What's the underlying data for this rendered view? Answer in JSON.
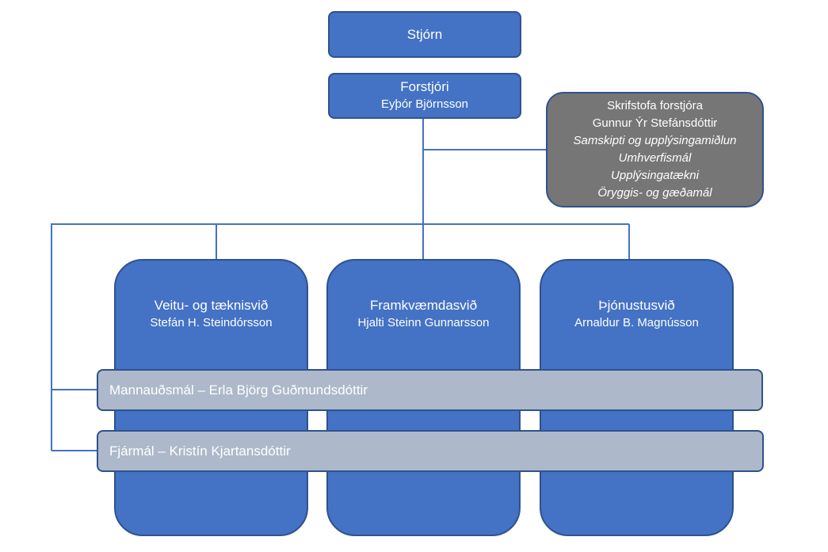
{
  "board": {
    "title": "Stjórn"
  },
  "ceo": {
    "title": "Forstjóri",
    "name": "Eyþór Björnsson"
  },
  "office": {
    "title": "Skrifstofa forstjóra",
    "name": "Gunnur Ýr Stefánsdóttir",
    "areas": [
      "Samskipti og upplýsingamiðlun",
      "Umhverfismál",
      "Upplýsingatækni",
      "Öryggis- og gæðamál"
    ]
  },
  "divisions": [
    {
      "title": "Veitu- og tæknisvið",
      "name": "Stefán H. Steindórsson"
    },
    {
      "title": "Framkvæmdasvið",
      "name": "Hjalti Steinn Gunnarsson"
    },
    {
      "title": "Þjónustusvið",
      "name": "Arnaldur B. Magnússon"
    }
  ],
  "crosscutting": [
    {
      "label": "Mannauðsmál – Erla Björg Guðmundsdóttir"
    },
    {
      "label": "Fjármál – Kristín Kjartansdóttir"
    }
  ],
  "colors": {
    "unit_fill": "#4472c4",
    "unit_border": "#2f528f",
    "office_fill": "#767676",
    "band_fill": "#adb9ca",
    "connector": "#4472c4"
  }
}
